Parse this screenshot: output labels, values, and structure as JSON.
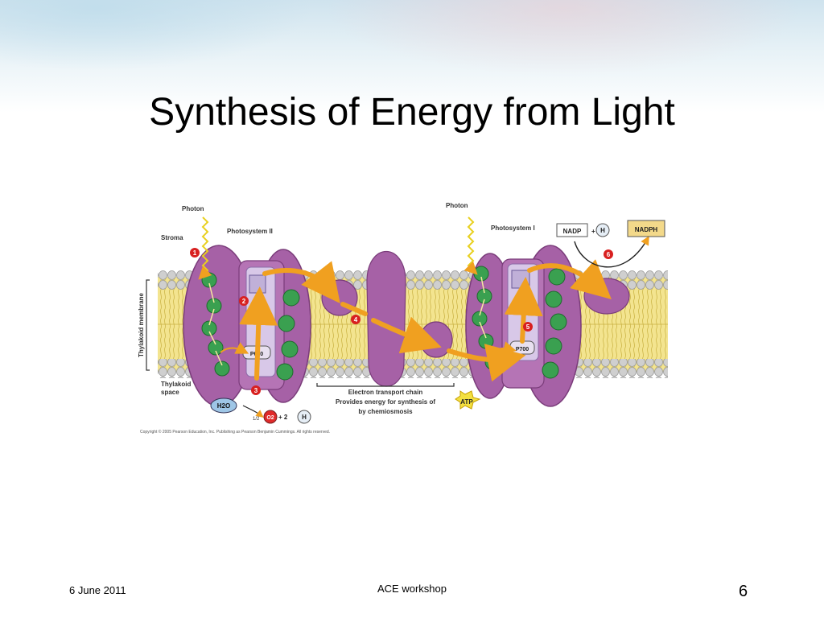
{
  "slide": {
    "title": "Synthesis of Energy from Light",
    "footer_date": "6 June 2011",
    "footer_center": "ACE workshop",
    "slide_number": "6"
  },
  "diagram": {
    "photon_left": "Photon",
    "photon_right": "Photon",
    "stroma": "Stroma",
    "photosystem_2": "Photosystem II",
    "photosystem_1": "Photosystem I",
    "thylakoid_membrane": "Thylakoid membrane",
    "thylakoid_space_line1": "Thylakoid",
    "thylakoid_space_line2": "space",
    "nadp": "NADP",
    "plus": "+",
    "h": "H",
    "nadph": "NADPH",
    "p680": "P680",
    "p700": "P700",
    "water": "H2O",
    "oxygen": "O2",
    "plus_two": "+ 2",
    "h_plus": "H",
    "half": "1/2",
    "etc_line1": "Electron transport chain",
    "etc_line2": "Provides energy for synthesis of",
    "etc_line3": "by chemiosmosis",
    "atp": "ATP",
    "steps": [
      "1",
      "2",
      "3",
      "4",
      "5",
      "6"
    ],
    "copyright": "Copyright © 2005 Pearson Education, Inc. Publishing as Pearson Benjamin Cummings. All rights reserved.",
    "colors": {
      "protein": "#a05aa0",
      "chlorophyll": "#3aa050",
      "membrane_core": "#f0e090",
      "lipid_head": "#c8c8c8",
      "arrow": "#f0a020",
      "step_badge": "#d82020"
    }
  }
}
